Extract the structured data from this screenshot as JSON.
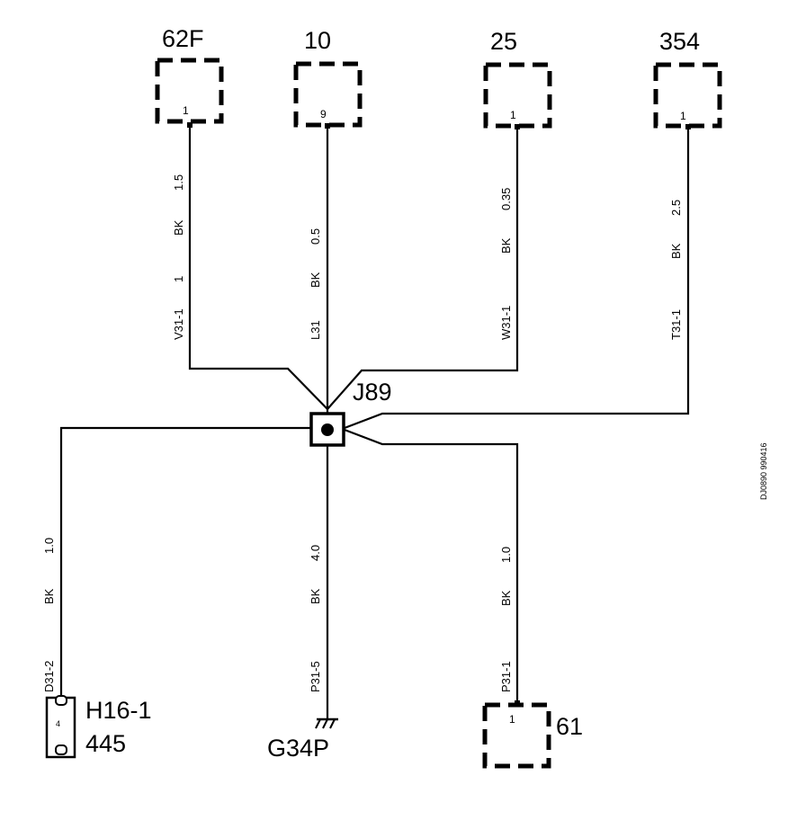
{
  "connectors": {
    "c62f": {
      "label": "62F",
      "pin": "1"
    },
    "c10": {
      "label": "10",
      "pin": "9"
    },
    "c25": {
      "label": "25",
      "pin": "1"
    },
    "c354": {
      "label": "354",
      "pin": "1"
    },
    "c61": {
      "label": "61",
      "pin": "1"
    }
  },
  "splice": {
    "label": "J89"
  },
  "component": {
    "name": "H16-1",
    "number": "445",
    "pin": "4"
  },
  "ground": {
    "label": "G34P"
  },
  "wires": {
    "v31": {
      "circuit": "V31-1",
      "pin": "1",
      "color": "BK",
      "size": "1.5"
    },
    "l31": {
      "circuit": "L31",
      "color": "BK",
      "size": "0.5"
    },
    "w31": {
      "circuit": "W31-1",
      "color": "BK",
      "size": "0.35"
    },
    "t31": {
      "circuit": "T31-1",
      "color": "BK",
      "size": "2.5"
    },
    "d31": {
      "circuit": "D31-2",
      "color": "BK",
      "size": "1.0"
    },
    "p315": {
      "circuit": "P31-5",
      "color": "BK",
      "size": "4.0"
    },
    "p311": {
      "circuit": "P31-1",
      "color": "BK",
      "size": "1.0"
    }
  },
  "diagram_id": "DJ0890 990416"
}
